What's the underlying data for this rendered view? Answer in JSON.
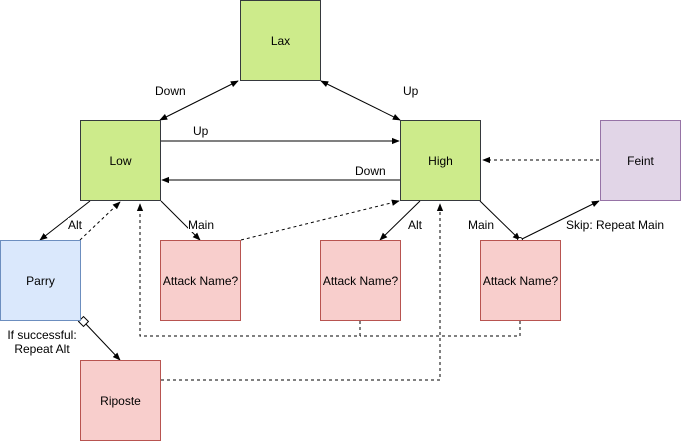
{
  "nodes": {
    "lax": "Lax",
    "low": "Low",
    "high": "High",
    "feint": "Feint",
    "parry": "Parry",
    "attack_low": "Attack Name?",
    "attack_high_alt": "Attack Name?",
    "attack_high_main": "Attack Name?",
    "riposte": "Riposte"
  },
  "edge_labels": {
    "lax_low": "Down",
    "lax_high": "Up",
    "low_to_high": "Up",
    "high_to_low": "Down",
    "low_alt": "Alt",
    "low_main": "Main",
    "high_alt": "Alt",
    "high_main": "Main",
    "feint_skip": "Skip: Repeat Main",
    "parry_success_line1": "If successful:",
    "parry_success_line2": "Repeat Alt"
  },
  "colors": {
    "state_fill": "#cdeb8b",
    "parry_fill": "#dae8fc",
    "attack_fill": "#f8cecc",
    "feint_fill": "#e1d5e7",
    "edge": "#000000"
  }
}
